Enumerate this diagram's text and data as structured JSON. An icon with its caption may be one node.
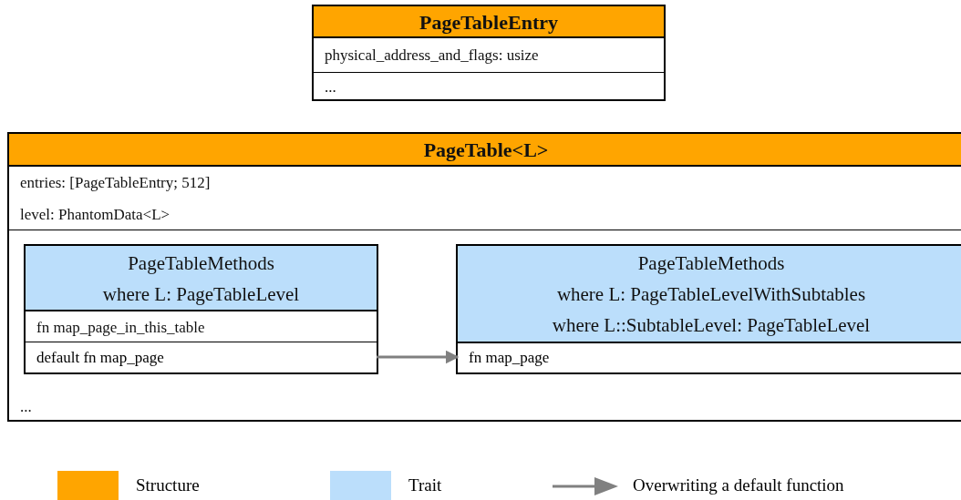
{
  "diagram": {
    "nodes": [
      {
        "text": [
          "PageTableEntry",
          "physical_address_and_flags: usize",
          "..."
        ]
      },
      {
        "text": [
          "PageTable<L>",
          "entries: [PageTableEntry; 512]",
          "level: PhantomData<L>",
          "..."
        ]
      },
      {
        "text": [
          "PageTableMethods",
          "where L: PageTableLevel",
          "fn map_page_in_this_table"
        ],
        "in": 1
      },
      {
        "text": [
          "default fn map_page"
        ],
        "in": 2
      },
      {
        "text": [
          "PageTableMethods",
          "where L: PageTableLevelWithSubtables",
          "where L::SubtableLevel: PageTableLevel"
        ],
        "in": 1
      },
      {
        "text": [
          "fn map_page"
        ],
        "in": 4
      }
    ],
    "edges": [
      {
        "from": 3,
        "to": 5,
        "arrow": "to"
      }
    ],
    "legend": [
      {
        "text": "Structure",
        "color": "#ffa500"
      },
      {
        "text": "Trait",
        "color": "#bbdefb"
      },
      {
        "text": "Overwriting a default function"
      }
    ]
  }
}
